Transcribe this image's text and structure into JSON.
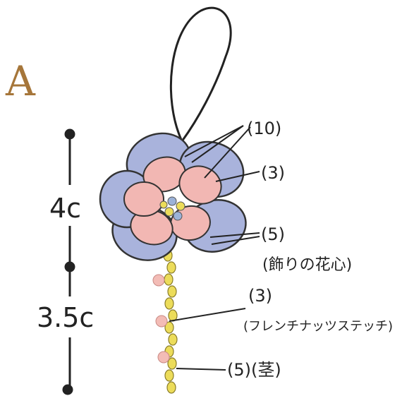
{
  "figure_label": "A",
  "measurements": {
    "upper": "4c",
    "lower": "3.5c"
  },
  "callouts": {
    "petal_outline": "(10)",
    "petal_fill": "(3)",
    "center_count": "(5)",
    "center_note": "(飾りの花心)",
    "knot_count": "(3)",
    "knot_note": "(フレンチナッツステッチ)",
    "stem": "(5)(茎)"
  },
  "colors": {
    "label_A": "#a6763a",
    "outer_petals": "#a9b3dc",
    "inner_petals": "#f2b7b3",
    "stem": "#ecdc5a",
    "knots": "#f3bcb6",
    "ink": "#222222"
  }
}
